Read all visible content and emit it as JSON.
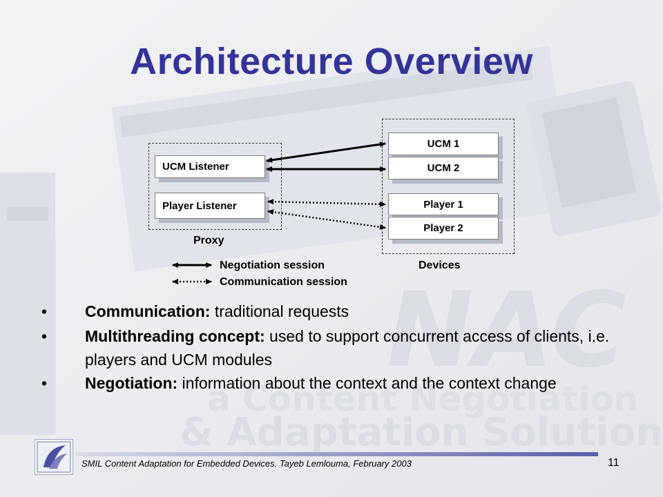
{
  "title": "Architecture Overview",
  "diagram": {
    "proxy": {
      "label": "Proxy",
      "ucm_listener": "UCM Listener",
      "player_listener": "Player Listener"
    },
    "devices": {
      "label": "Devices",
      "ucm1": "UCM 1",
      "ucm2": "UCM 2",
      "player1": "Player 1",
      "player2": "Player 2"
    },
    "legend": {
      "negotiation": "Negotiation session",
      "communication": "Communication session"
    }
  },
  "bullets": [
    {
      "bullet": "•",
      "term": "Communication:",
      "text": " traditional requests"
    },
    {
      "bullet": "•",
      "term": "Multithreading concept:",
      "text": " used to support concurrent access of clients, i.e. players and UCM modules"
    },
    {
      "bullet": "•",
      "term": "Negotiation:",
      "text": " information about the context and the context change"
    }
  ],
  "footer": {
    "text": "SMIL Content Adaptation for Embedded Devices. Tayeb Lemlouma, February 2003",
    "page_number": "11"
  },
  "background_watermark": {
    "big_letters": "NAC",
    "line1": "a Content Negotiation",
    "line2": "& Adaptation Solution"
  },
  "colors": {
    "title": "#33339a",
    "box_shadow": "#b5bac8",
    "footer_bar": "#5a5fa8"
  }
}
